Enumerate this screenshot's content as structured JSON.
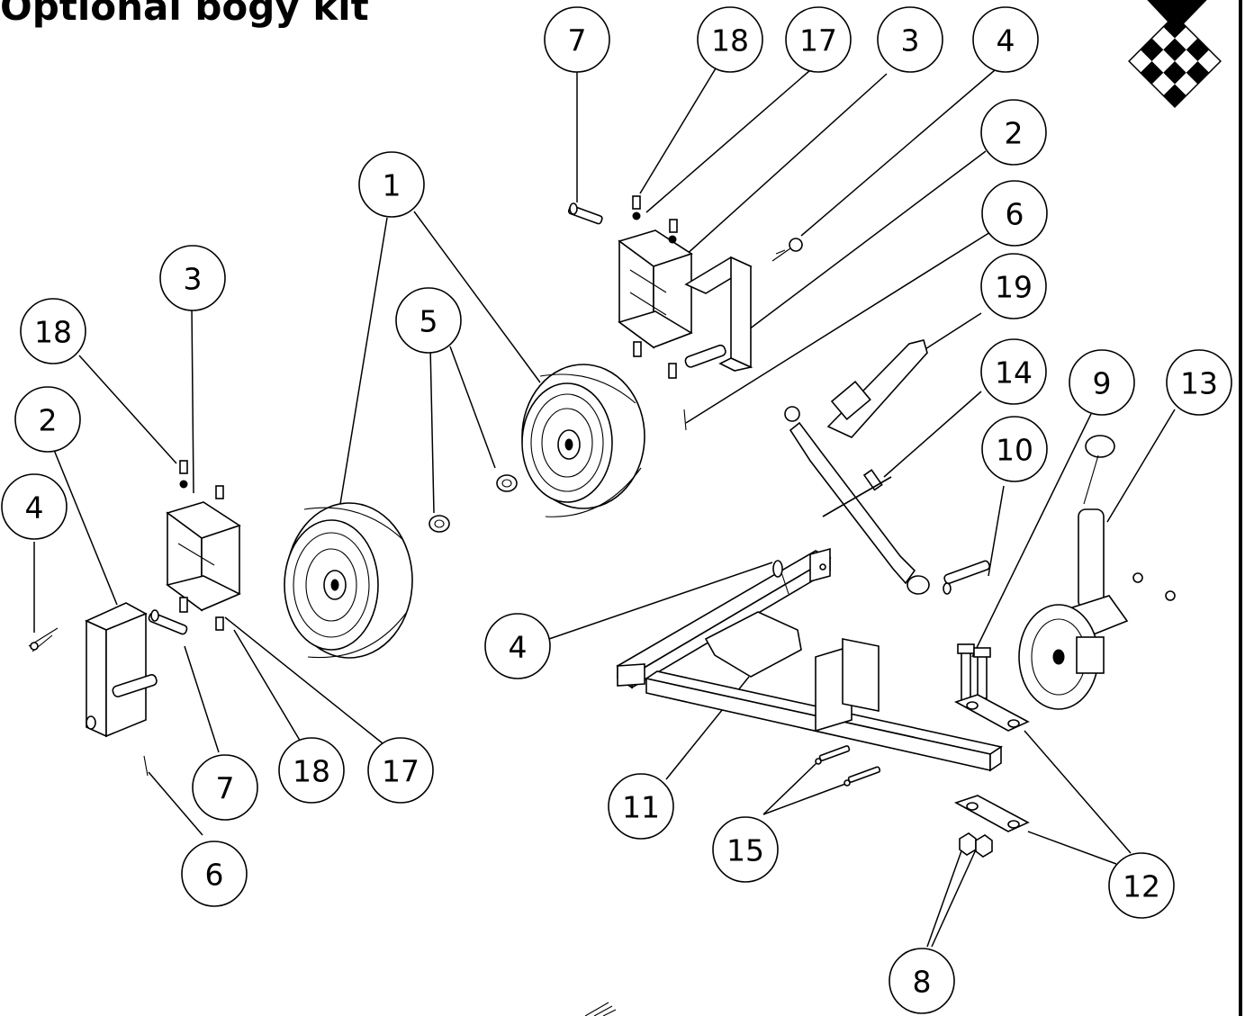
{
  "title": "Optional bogy kit",
  "callouts": [
    {
      "id": "c-top-7",
      "label": "7"
    },
    {
      "id": "c-top-18",
      "label": "18"
    },
    {
      "id": "c-top-17",
      "label": "17"
    },
    {
      "id": "c-top-3",
      "label": "3"
    },
    {
      "id": "c-top-4",
      "label": "4"
    },
    {
      "id": "c-top-2",
      "label": "2"
    },
    {
      "id": "c-top-6",
      "label": "6"
    },
    {
      "id": "c-top-19",
      "label": "19"
    },
    {
      "id": "c-top-14",
      "label": "14"
    },
    {
      "id": "c-top-10",
      "label": "10"
    },
    {
      "id": "c-top-9",
      "label": "9"
    },
    {
      "id": "c-top-13",
      "label": "13"
    },
    {
      "id": "c-mid-1",
      "label": "1"
    },
    {
      "id": "c-mid-5",
      "label": "5"
    },
    {
      "id": "c-left-3",
      "label": "3"
    },
    {
      "id": "c-left-18",
      "label": "18"
    },
    {
      "id": "c-left-2",
      "label": "2"
    },
    {
      "id": "c-left-4",
      "label": "4"
    },
    {
      "id": "c-left-7",
      "label": "7"
    },
    {
      "id": "c-left-18b",
      "label": "18"
    },
    {
      "id": "c-left-17",
      "label": "17"
    },
    {
      "id": "c-left-6",
      "label": "6"
    },
    {
      "id": "c-mid-4",
      "label": "4"
    },
    {
      "id": "c-mid-11",
      "label": "11"
    },
    {
      "id": "c-mid-15",
      "label": "15"
    },
    {
      "id": "c-right-12",
      "label": "12"
    },
    {
      "id": "c-bot-8",
      "label": "8"
    }
  ]
}
